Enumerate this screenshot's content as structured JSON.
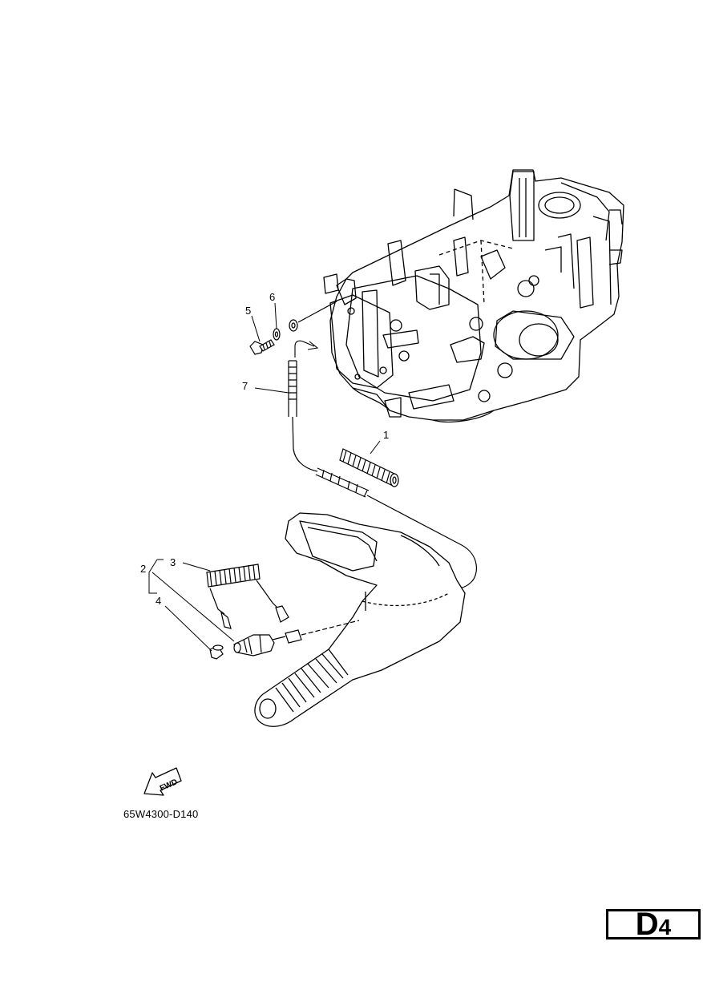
{
  "callouts": [
    "1",
    "2",
    "3",
    "4",
    "5",
    "6",
    "7"
  ],
  "fwd_label": "FWD",
  "drawing_code": "65W4300-D140",
  "page_badge": {
    "letter": "D",
    "number": "4"
  }
}
